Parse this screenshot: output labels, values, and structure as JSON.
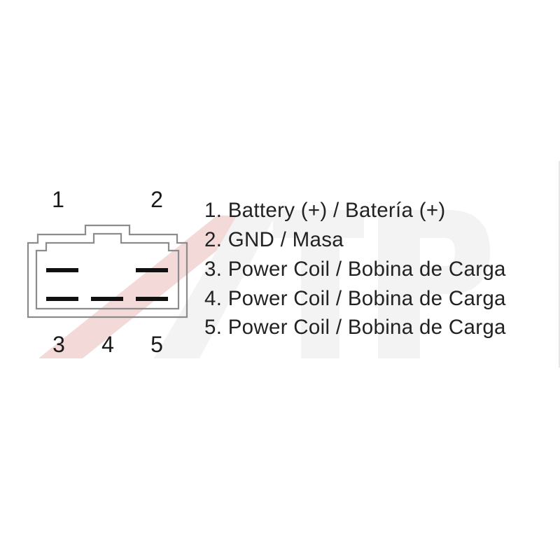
{
  "watermark": {
    "text": "ATP",
    "accent_color": "#f2d4d4",
    "gray_color": "#f1f1f1"
  },
  "pin_labels": {
    "top": [
      "1",
      "2"
    ],
    "bottom": [
      "3",
      "4",
      "5"
    ]
  },
  "legend": [
    {
      "pin": "1",
      "text": "1. Battery (+) / Batería (+)"
    },
    {
      "pin": "2",
      "text": "2. GND / Masa"
    },
    {
      "pin": "3",
      "text": "3. Power Coil / Bobina de Carga"
    },
    {
      "pin": "4",
      "text": "4. Power Coil / Bobina de Carga"
    },
    {
      "pin": "5",
      "text": "5. Power Coil / Bobina de Carga"
    }
  ],
  "colors": {
    "outline": "#8c8c8c",
    "terminal": "#111111",
    "text": "#222222"
  }
}
